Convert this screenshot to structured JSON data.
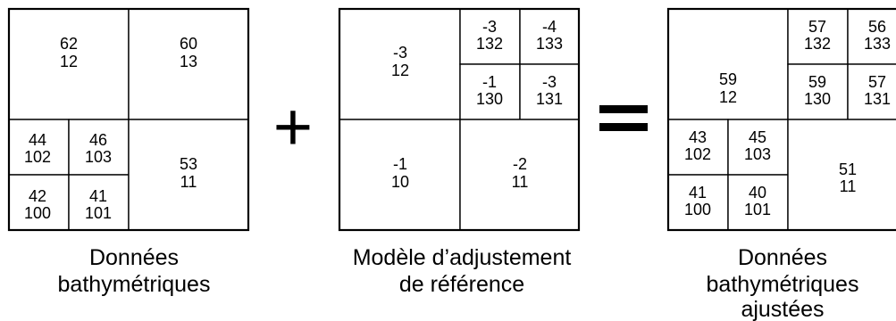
{
  "operators": {
    "plus": "+",
    "equals": "="
  },
  "grids": [
    {
      "caption": [
        "Données",
        "bathymétriques"
      ],
      "cells": [
        [
          "62",
          "12"
        ],
        [
          "60",
          "13"
        ],
        [
          "44",
          "102"
        ],
        [
          "46",
          "103"
        ],
        [
          "42",
          "100"
        ],
        [
          "41",
          "101"
        ],
        [
          "53",
          "11"
        ]
      ]
    },
    {
      "caption": [
        "Modèle d’adjustement",
        "de référence"
      ],
      "cells": [
        [
          "-3",
          "12"
        ],
        [
          "-3",
          "132"
        ],
        [
          "-4",
          "133"
        ],
        [
          "-1",
          "130"
        ],
        [
          "-3",
          "131"
        ],
        [
          "-1",
          "10"
        ],
        [
          "-2",
          "11"
        ]
      ]
    },
    {
      "caption": [
        "Données",
        "bathymétriques",
        "ajustées"
      ],
      "cells": [
        [
          "59",
          "12"
        ],
        [
          "57",
          "132"
        ],
        [
          "56",
          "133"
        ],
        [
          "59",
          "130"
        ],
        [
          "57",
          "131"
        ],
        [
          "43",
          "102"
        ],
        [
          "45",
          "103"
        ],
        [
          "41",
          "100"
        ],
        [
          "40",
          "101"
        ],
        [
          "51",
          "11"
        ]
      ]
    }
  ]
}
